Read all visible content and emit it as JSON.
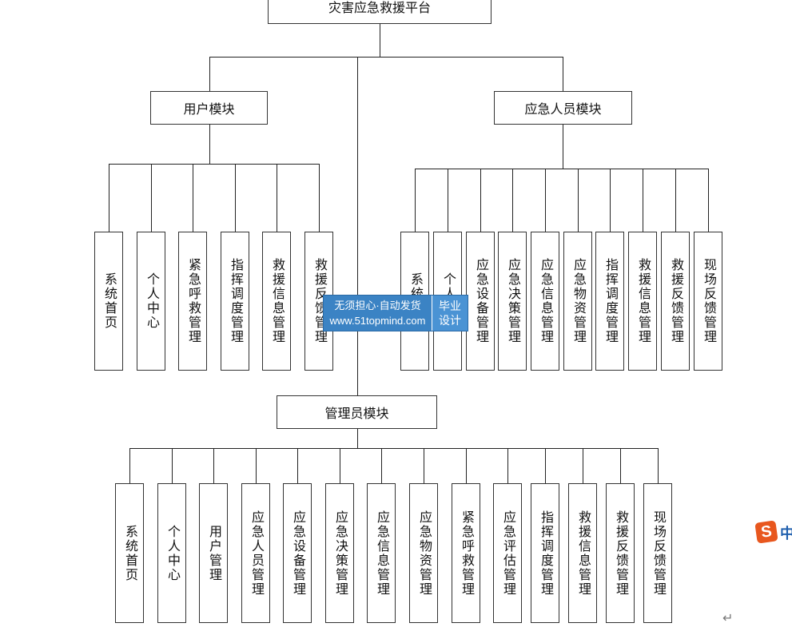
{
  "root": {
    "label": "灾害应急救援平台"
  },
  "user_module": {
    "label": "用户模块",
    "children": [
      "系统首页",
      "个人中心",
      "紧急呼救管理",
      "指挥调度管理",
      "救援信息管理",
      "救援反馈管理"
    ]
  },
  "responder_module": {
    "label": "应急人员模块",
    "children": [
      "系统首页",
      "个人中心",
      "应急设备管理",
      "应急决策管理",
      "应急信息管理",
      "应急物资管理",
      "指挥调度管理",
      "救援信息管理",
      "救援反馈管理",
      "现场反馈管理"
    ]
  },
  "admin_module": {
    "label": "管理员模块",
    "children": [
      "系统首页",
      "个人中心",
      "用户管理",
      "应急人员管理",
      "应急设备管理",
      "应急决策管理",
      "应急信息管理",
      "应急物资管理",
      "紧急呼救管理",
      "应急评估管理",
      "指挥调度管理",
      "救援信息管理",
      "救援反馈管理",
      "现场反馈管理"
    ]
  },
  "watermark": {
    "line1": "无须担心·自动发货",
    "line2": "www.51topmind.com",
    "tag_line1": "毕业",
    "tag_line2": "设计"
  },
  "ime": {
    "logo": "S",
    "text": "中"
  },
  "return_mark": "↵",
  "colors": {
    "line": "#222222",
    "border": "#333333",
    "watermark_bg": "#3b83c4",
    "ime_logo": "#e8571e"
  }
}
